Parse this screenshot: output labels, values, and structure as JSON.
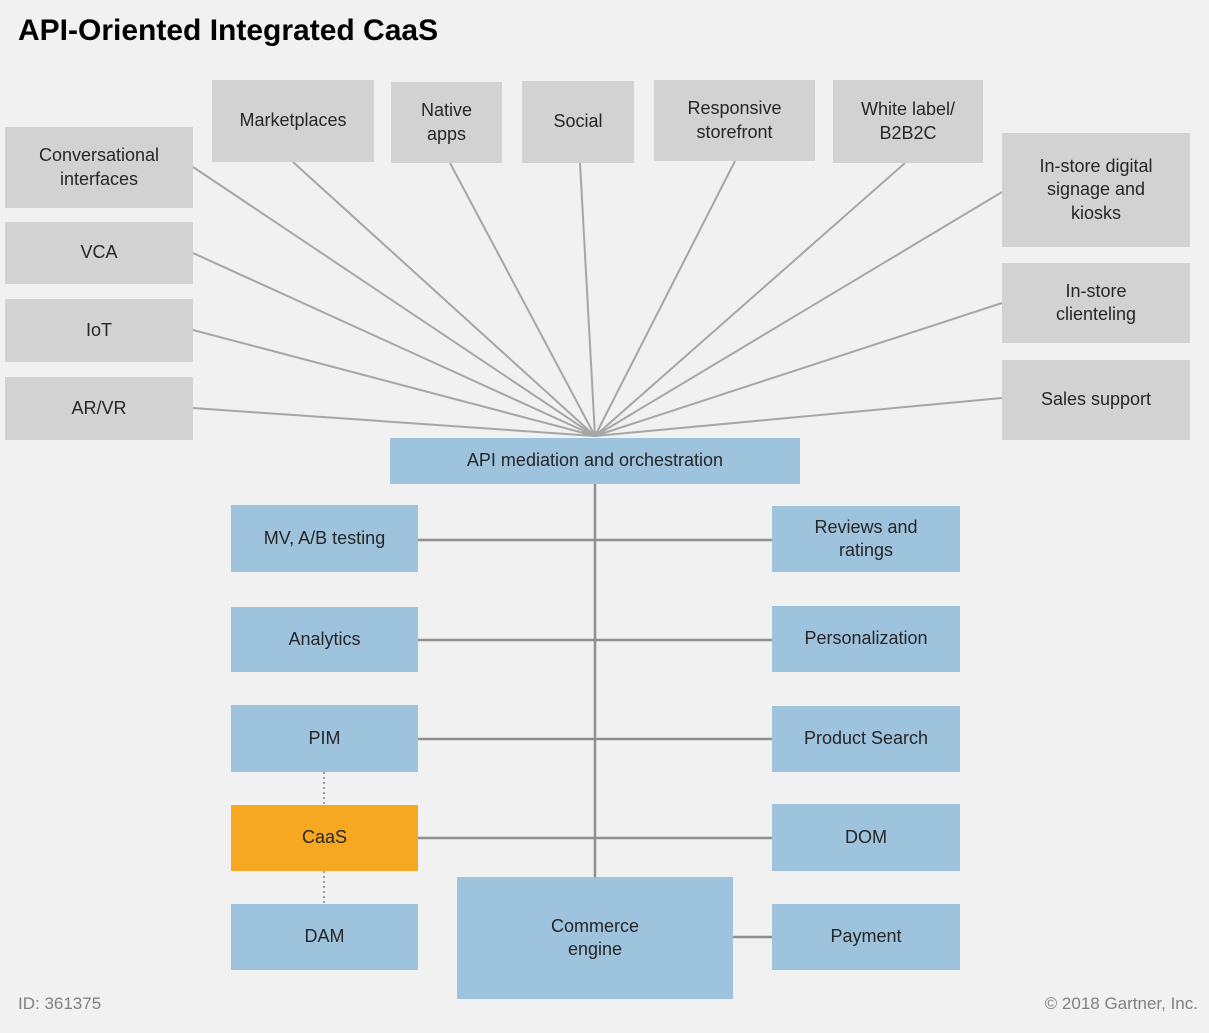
{
  "title": "API-Oriented Integrated CaaS",
  "footer": {
    "doc_id": "ID: 361375",
    "copyright": "© 2018 Gartner, Inc."
  },
  "colors": {
    "background": "#f1f1f1",
    "channel_box": "#d2d2d2",
    "service_box": "#9dc3dd",
    "highlight_box": "#f6a822",
    "connector": "#a6a6a6",
    "bus_line": "#8f8f8f",
    "box_text": "#262626",
    "footer_text": "#808080",
    "title_text": "#000000"
  },
  "channels": {
    "conversational_interfaces": "Conversational\ninterfaces",
    "vca": "VCA",
    "iot": "IoT",
    "ar_vr": "AR/VR",
    "marketplaces": "Marketplaces",
    "native_apps": "Native\napps",
    "social": "Social",
    "responsive_storefront": "Responsive\nstorefront",
    "white_label_b2b2c": "White label/\nB2B2C",
    "in_store_signage": "In-store digital\nsignage and\nkiosks",
    "in_store_clienteling": "In-store\nclienteling",
    "sales_support": "Sales support"
  },
  "services": {
    "api_mediation": "API mediation and orchestration",
    "mv_ab_testing": "MV, A/B testing",
    "analytics": "Analytics",
    "pim": "PIM",
    "caas": "CaaS",
    "dam": "DAM",
    "reviews_ratings": "Reviews and\nratings",
    "personalization": "Personalization",
    "product_search": "Product Search",
    "dom": "DOM",
    "payment": "Payment",
    "commerce_engine": "Commerce\nengine"
  }
}
